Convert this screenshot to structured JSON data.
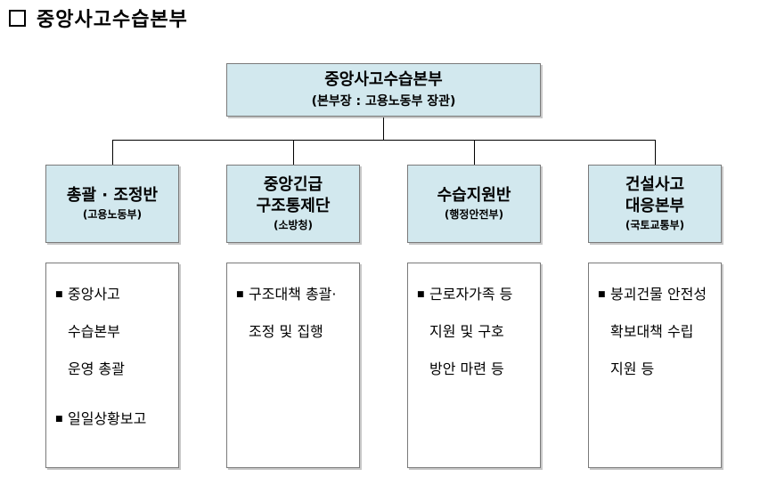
{
  "heading": {
    "title": "중앙사고수습본부"
  },
  "root": {
    "name": "중앙사고수습본부",
    "sub": "(본부장 : 고용노동부 장관)"
  },
  "units": [
    {
      "name": "총괄 · 조정반",
      "sub": "(고용노동부)",
      "duties": [
        [
          "중앙사고",
          "수습본부",
          "운영 총괄"
        ],
        [
          "일일상황보고"
        ]
      ]
    },
    {
      "name": "중앙긴급\n구조통제단",
      "sub": "(소방청)",
      "duties": [
        [
          "구조대책 총괄·",
          "조정 및 집행"
        ]
      ]
    },
    {
      "name": "수습지원반",
      "sub": "(행정안전부)",
      "duties": [
        [
          "근로자가족 등",
          "지원 및 구호",
          "방안 마련 등"
        ]
      ]
    },
    {
      "name": "건설사고\n대응본부",
      "sub": "(국토교통부)",
      "duties": [
        [
          "붕괴건물 안전성",
          "확보대책 수립",
          "지원 등"
        ]
      ]
    }
  ],
  "bullet_glyph": "■"
}
